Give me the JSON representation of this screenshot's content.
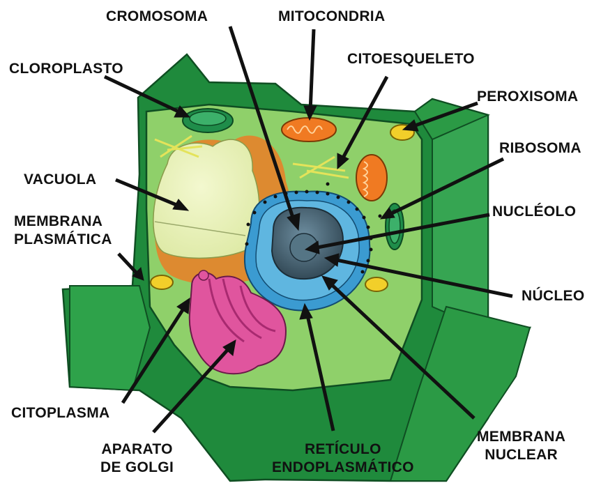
{
  "labels": {
    "cromosoma": "CROMOSOMA",
    "mitocondria": "MITOCONDRIA",
    "cloroplasto": "CLOROPLASTO",
    "citoesqueleto": "CITOESQUELETO",
    "peroxisoma": "PEROXISOMA",
    "ribosoma": "RIBOSOMA",
    "vacuola": "VACUOLA",
    "membrana_plasmatica_1": "MEMBRANA",
    "membrana_plasmatica_2": "PLASMÁTICA",
    "nucleolo": "NUCLÉOLO",
    "nucleo": "NÚCLEO",
    "citoplasma": "CITOPLASMA",
    "aparato_golgi_1": "APARATO",
    "aparato_golgi_2": "DE GOLGI",
    "reticulo_1": "RETÍCULO",
    "reticulo_2": "ENDOPLASMÁTICO",
    "membrana_nuclear_1": "MEMBRANA",
    "membrana_nuclear_2": "NUCLEAR"
  },
  "colors": {
    "wall_dark": "#1f8a3c",
    "wall_mid": "#2ea24a",
    "cytoplasm": "#8fd06a",
    "vacuole": "#eaf3b8",
    "vacuole_rim": "#d9812a",
    "nucleus_envelope": "#3b9bd1",
    "nucleus": "#3d5866",
    "golgi": "#e0559e",
    "mitochondria": "#f07a22",
    "peroxisome": "#f2cf2a",
    "chloroplast": "#1f8d4a",
    "arrow": "#111111"
  }
}
